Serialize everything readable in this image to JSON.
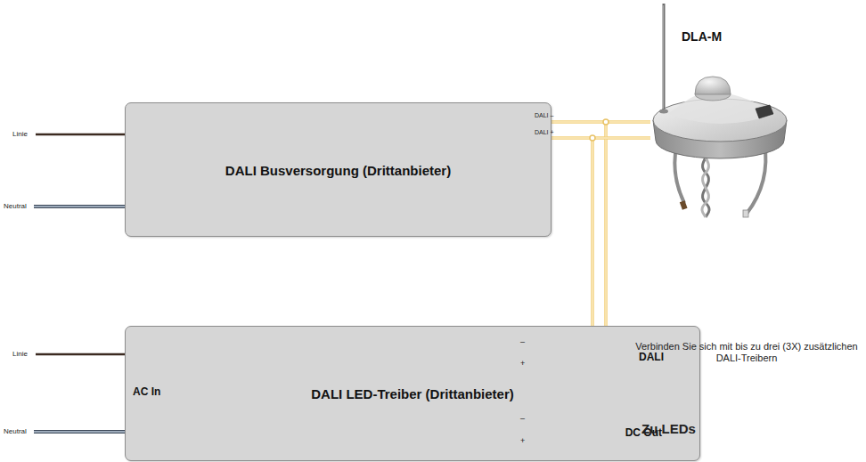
{
  "diagram": {
    "nodes": [
      {
        "text": [
          "DALI Busversorgung (Drittanbieter)"
        ]
      },
      {
        "text": [
          "DALI LED-Treiber (Drittanbieter)",
          "AC In",
          "DALI",
          "DC Out"
        ]
      },
      {
        "text": [
          "DLA-M"
        ]
      }
    ],
    "edges": [
      {
        "from": 0,
        "to": 2,
        "arrow": "none"
      },
      {
        "from": 1,
        "to": 0,
        "arrow": "none"
      },
      {
        "from": 1,
        "to": 2,
        "arrow": "none"
      }
    ],
    "labels": [
      "DALI –",
      "DALI +",
      "Linie",
      "Neutral",
      "Linie",
      "Neutral",
      "–",
      "+",
      "–",
      "+",
      "Verbinden Sie sich mit bis zu drei (3X) zusätzlichen DALI-Treibern",
      "Zu LEDs"
    ]
  }
}
